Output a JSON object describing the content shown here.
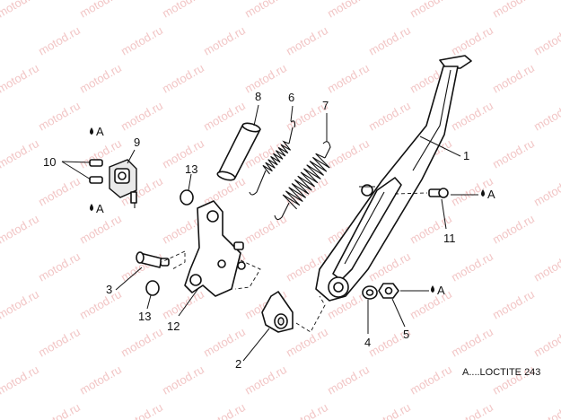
{
  "diagram": {
    "watermark": "motod.ru",
    "legend": "A....LOCTITE 243",
    "adhesive_marker": "A",
    "callouts": [
      {
        "id": "1",
        "label": "1",
        "part": "side-stand"
      },
      {
        "id": "2",
        "label": "2",
        "part": "bracket"
      },
      {
        "id": "3",
        "label": "3",
        "part": "pin"
      },
      {
        "id": "4",
        "label": "4",
        "part": "washer"
      },
      {
        "id": "5",
        "label": "5",
        "part": "nut"
      },
      {
        "id": "6",
        "label": "6",
        "part": "small-spring"
      },
      {
        "id": "7",
        "label": "7",
        "part": "large-spring"
      },
      {
        "id": "8",
        "label": "8",
        "part": "spacer"
      },
      {
        "id": "9",
        "label": "9",
        "part": "switch"
      },
      {
        "id": "10",
        "label": "10",
        "part": "screws"
      },
      {
        "id": "11",
        "label": "11",
        "part": "pivot-bolt"
      },
      {
        "id": "12",
        "label": "12",
        "part": "plate"
      },
      {
        "id": "13a",
        "label": "13",
        "part": "washer-upper"
      },
      {
        "id": "13b",
        "label": "13",
        "part": "washer-lower"
      }
    ]
  }
}
